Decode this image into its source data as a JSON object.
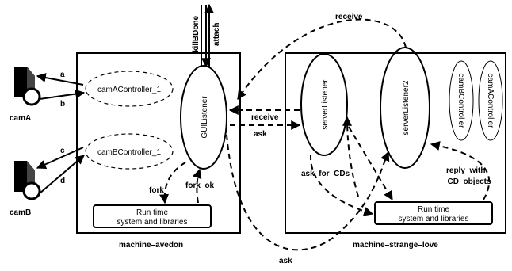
{
  "machines": {
    "avedon": {
      "name": "machine–avedon"
    },
    "strange_love": {
      "name": "machine–strange–love"
    }
  },
  "cameras": {
    "camA": {
      "label": "camA"
    },
    "camB": {
      "label": "camB"
    }
  },
  "processes": {
    "camAController_1": "camAController_1",
    "camBController_1": "camBController_1",
    "GUIListener": "GUIListener",
    "serverListener": "serverListener",
    "serverListener2": "serverListener2",
    "camBController": "camBController",
    "camAController": "camAController"
  },
  "runtime": {
    "avedon": {
      "line1": "Run time",
      "line2": "system and libraries"
    },
    "strange_love": {
      "line1": "Run time",
      "line2": "system and libraries"
    }
  },
  "arrow_labels": {
    "a": "a",
    "b": "b",
    "c": "c",
    "d": "d",
    "killBDone": "killBDone",
    "attach": "attach",
    "receive_top": "receive",
    "receive_mid": "receive",
    "ask_mid": "ask",
    "fork": "fork",
    "fork_ok": "fork_ok",
    "ask_for_CDs": "ask_for_CDs",
    "reply_line1": "reply_with",
    "reply_line2": "_CD_objects",
    "ask_bottom": "ask"
  }
}
